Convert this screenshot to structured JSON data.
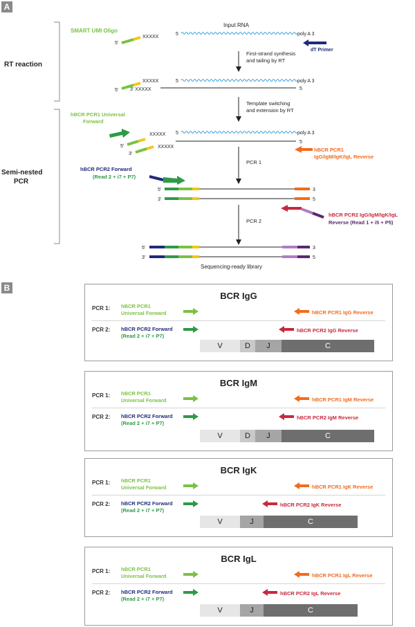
{
  "panel_a": {
    "tag": "A",
    "rt_reaction_label": "RT reaction",
    "semi_nested_label_1": "Semi-nested",
    "semi_nested_label_2": "PCR",
    "smart_umi_oligo": "SMART UMI Oligo",
    "xxxxx": "XXXXX",
    "five_prime": "5'",
    "three_prime": "3'",
    "five_plain": "5",
    "three_plain": "3",
    "input_rna": "Input RNA",
    "poly_a_3": "poly A 3",
    "dt_primer": "dT Primer",
    "first_strand_1": "First-strand synthesis",
    "first_strand_2": "and tailing by RT",
    "template_switch_1": "Template switching",
    "template_switch_2": "and extension by RT",
    "hbcr_pcr1_universal_1": "hBCR PCR1 Universal",
    "hbcr_pcr1_universal_2": "Forward",
    "hbcr_pcr1_reverse_1": "hBCR PCR1",
    "hbcr_pcr1_reverse_2": "IgG/IgM/IgK/IgL Reverse",
    "pcr1": "PCR 1",
    "pcr2": "PCR 2",
    "hbcr_pcr2_forward_1": "hBCR PCR2 Forward",
    "hbcr_pcr2_forward_2": "(Read 2 + i7 + P7)",
    "hbcr_pcr2_reverse_1": "hBCR PCR2 IgG/IgM/IgK/IgL",
    "hbcr_pcr2_reverse_2": "Reverse (Read 1 + i5 + P5)",
    "sequencing_ready": "Sequencing-ready library"
  },
  "panel_b": {
    "tag": "B",
    "pcr1_label": "PCR 1:",
    "pcr2_label": "PCR 2:",
    "universal_forward_1": "hBCR PCR1",
    "universal_forward_2": "Universal Forward",
    "pcr2_forward_1": "hBCR PCR2 Forward",
    "pcr2_forward_2": "(Read 2 + i7 + P7)",
    "boxes": [
      {
        "title": "BCR IgG",
        "pcr1_reverse": "hBCR PCR1 IgG Reverse",
        "pcr2_reverse": "hBCR PCR2 IgG Reverse",
        "segments": [
          "V",
          "D",
          "J",
          "C"
        ]
      },
      {
        "title": "BCR IgM",
        "pcr1_reverse": "hBCR PCR1 IgM Reverse",
        "pcr2_reverse": "hBCR PCR2 IgM Reverse",
        "segments": [
          "V",
          "D",
          "J",
          "C"
        ]
      },
      {
        "title": "BCR IgK",
        "pcr1_reverse": "hBCR PCR1 IgK Reverse",
        "pcr2_reverse": "hBCR PCR2 IgK Reverse",
        "segments": [
          "V",
          "J",
          "C"
        ]
      },
      {
        "title": "BCR IgL",
        "pcr1_reverse": "hBCR PCR1 IgL Reverse",
        "pcr2_reverse": "hBCR PCR2 IgL Reverse",
        "segments": [
          "V",
          "J",
          "C"
        ]
      }
    ]
  },
  "colors": {
    "light_green": "#7ac143",
    "dark_green": "#2e9a48",
    "yellow": "#f5c518",
    "navy": "#1f2a7a",
    "orange": "#f26b1d",
    "red": "#c8283c",
    "purple": "#b07cc6",
    "dark_purple": "#5a2a6e",
    "rna_blue": "#3aa0dc",
    "seg_v": "#e6e6e6",
    "seg_d": "#c9c9c9",
    "seg_j": "#a5a5a5",
    "seg_c": "#6e6e6e"
  }
}
